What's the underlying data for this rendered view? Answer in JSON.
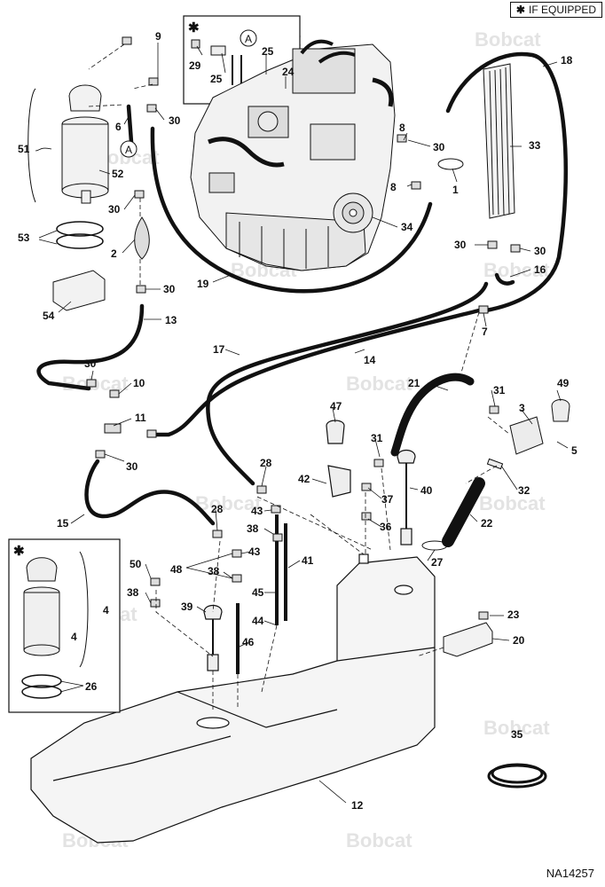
{
  "legend": {
    "symbol": "✱",
    "text": "IF EQUIPPED"
  },
  "document_number": "NA14257",
  "watermark_text": "Bobcat",
  "section_marker": "A",
  "callouts": [
    {
      "id": "c9",
      "text": "9"
    },
    {
      "id": "c29",
      "text": "29"
    },
    {
      "id": "c25a",
      "text": "25"
    },
    {
      "id": "c25b",
      "text": "25"
    },
    {
      "id": "c24",
      "text": "24"
    },
    {
      "id": "c18",
      "text": "18"
    },
    {
      "id": "c6",
      "text": "6"
    },
    {
      "id": "c30a",
      "text": "30"
    },
    {
      "id": "c51",
      "text": "51"
    },
    {
      "id": "c52",
      "text": "52"
    },
    {
      "id": "c8a",
      "text": "8"
    },
    {
      "id": "c30b",
      "text": "30"
    },
    {
      "id": "c8b",
      "text": "8"
    },
    {
      "id": "c33",
      "text": "33"
    },
    {
      "id": "c1",
      "text": "1"
    },
    {
      "id": "c30c",
      "text": "30"
    },
    {
      "id": "c53",
      "text": "53"
    },
    {
      "id": "c2",
      "text": "2"
    },
    {
      "id": "c34",
      "text": "34"
    },
    {
      "id": "c30d",
      "text": "30"
    },
    {
      "id": "c30e",
      "text": "30"
    },
    {
      "id": "c16",
      "text": "16"
    },
    {
      "id": "c30f",
      "text": "30"
    },
    {
      "id": "c19",
      "text": "19"
    },
    {
      "id": "c54",
      "text": "54"
    },
    {
      "id": "c13",
      "text": "13"
    },
    {
      "id": "c7",
      "text": "7"
    },
    {
      "id": "c17",
      "text": "17"
    },
    {
      "id": "c14",
      "text": "14"
    },
    {
      "id": "c30g",
      "text": "30"
    },
    {
      "id": "c10",
      "text": "10"
    },
    {
      "id": "c21",
      "text": "21"
    },
    {
      "id": "c31a",
      "text": "31"
    },
    {
      "id": "c49",
      "text": "49"
    },
    {
      "id": "c3",
      "text": "3"
    },
    {
      "id": "c47",
      "text": "47"
    },
    {
      "id": "c11",
      "text": "11"
    },
    {
      "id": "c31b",
      "text": "31"
    },
    {
      "id": "c5",
      "text": "5"
    },
    {
      "id": "c30h",
      "text": "30"
    },
    {
      "id": "c28a",
      "text": "28"
    },
    {
      "id": "c42",
      "text": "42"
    },
    {
      "id": "c40",
      "text": "40"
    },
    {
      "id": "c32",
      "text": "32"
    },
    {
      "id": "c37",
      "text": "37"
    },
    {
      "id": "c15",
      "text": "15"
    },
    {
      "id": "c28b",
      "text": "28"
    },
    {
      "id": "c43a",
      "text": "43"
    },
    {
      "id": "c22",
      "text": "22"
    },
    {
      "id": "c38a",
      "text": "38"
    },
    {
      "id": "c36",
      "text": "36"
    },
    {
      "id": "c41",
      "text": "41"
    },
    {
      "id": "c43b",
      "text": "43"
    },
    {
      "id": "c27",
      "text": "27"
    },
    {
      "id": "c50",
      "text": "50"
    },
    {
      "id": "c48",
      "text": "48"
    },
    {
      "id": "c38b",
      "text": "38"
    },
    {
      "id": "c45",
      "text": "45"
    },
    {
      "id": "c38c",
      "text": "38"
    },
    {
      "id": "c4a",
      "text": "4"
    },
    {
      "id": "c39",
      "text": "39"
    },
    {
      "id": "c4b",
      "text": "4"
    },
    {
      "id": "c44",
      "text": "44"
    },
    {
      "id": "c23",
      "text": "23"
    },
    {
      "id": "c46",
      "text": "46"
    },
    {
      "id": "c20",
      "text": "20"
    },
    {
      "id": "c26",
      "text": "26"
    },
    {
      "id": "c35",
      "text": "35"
    },
    {
      "id": "c12",
      "text": "12"
    }
  ],
  "optional_marker": "✱",
  "colors": {
    "line": "#111111",
    "part_fill": "#f4f4f4",
    "watermark": "#e3e3e3",
    "hose": "#111111"
  }
}
